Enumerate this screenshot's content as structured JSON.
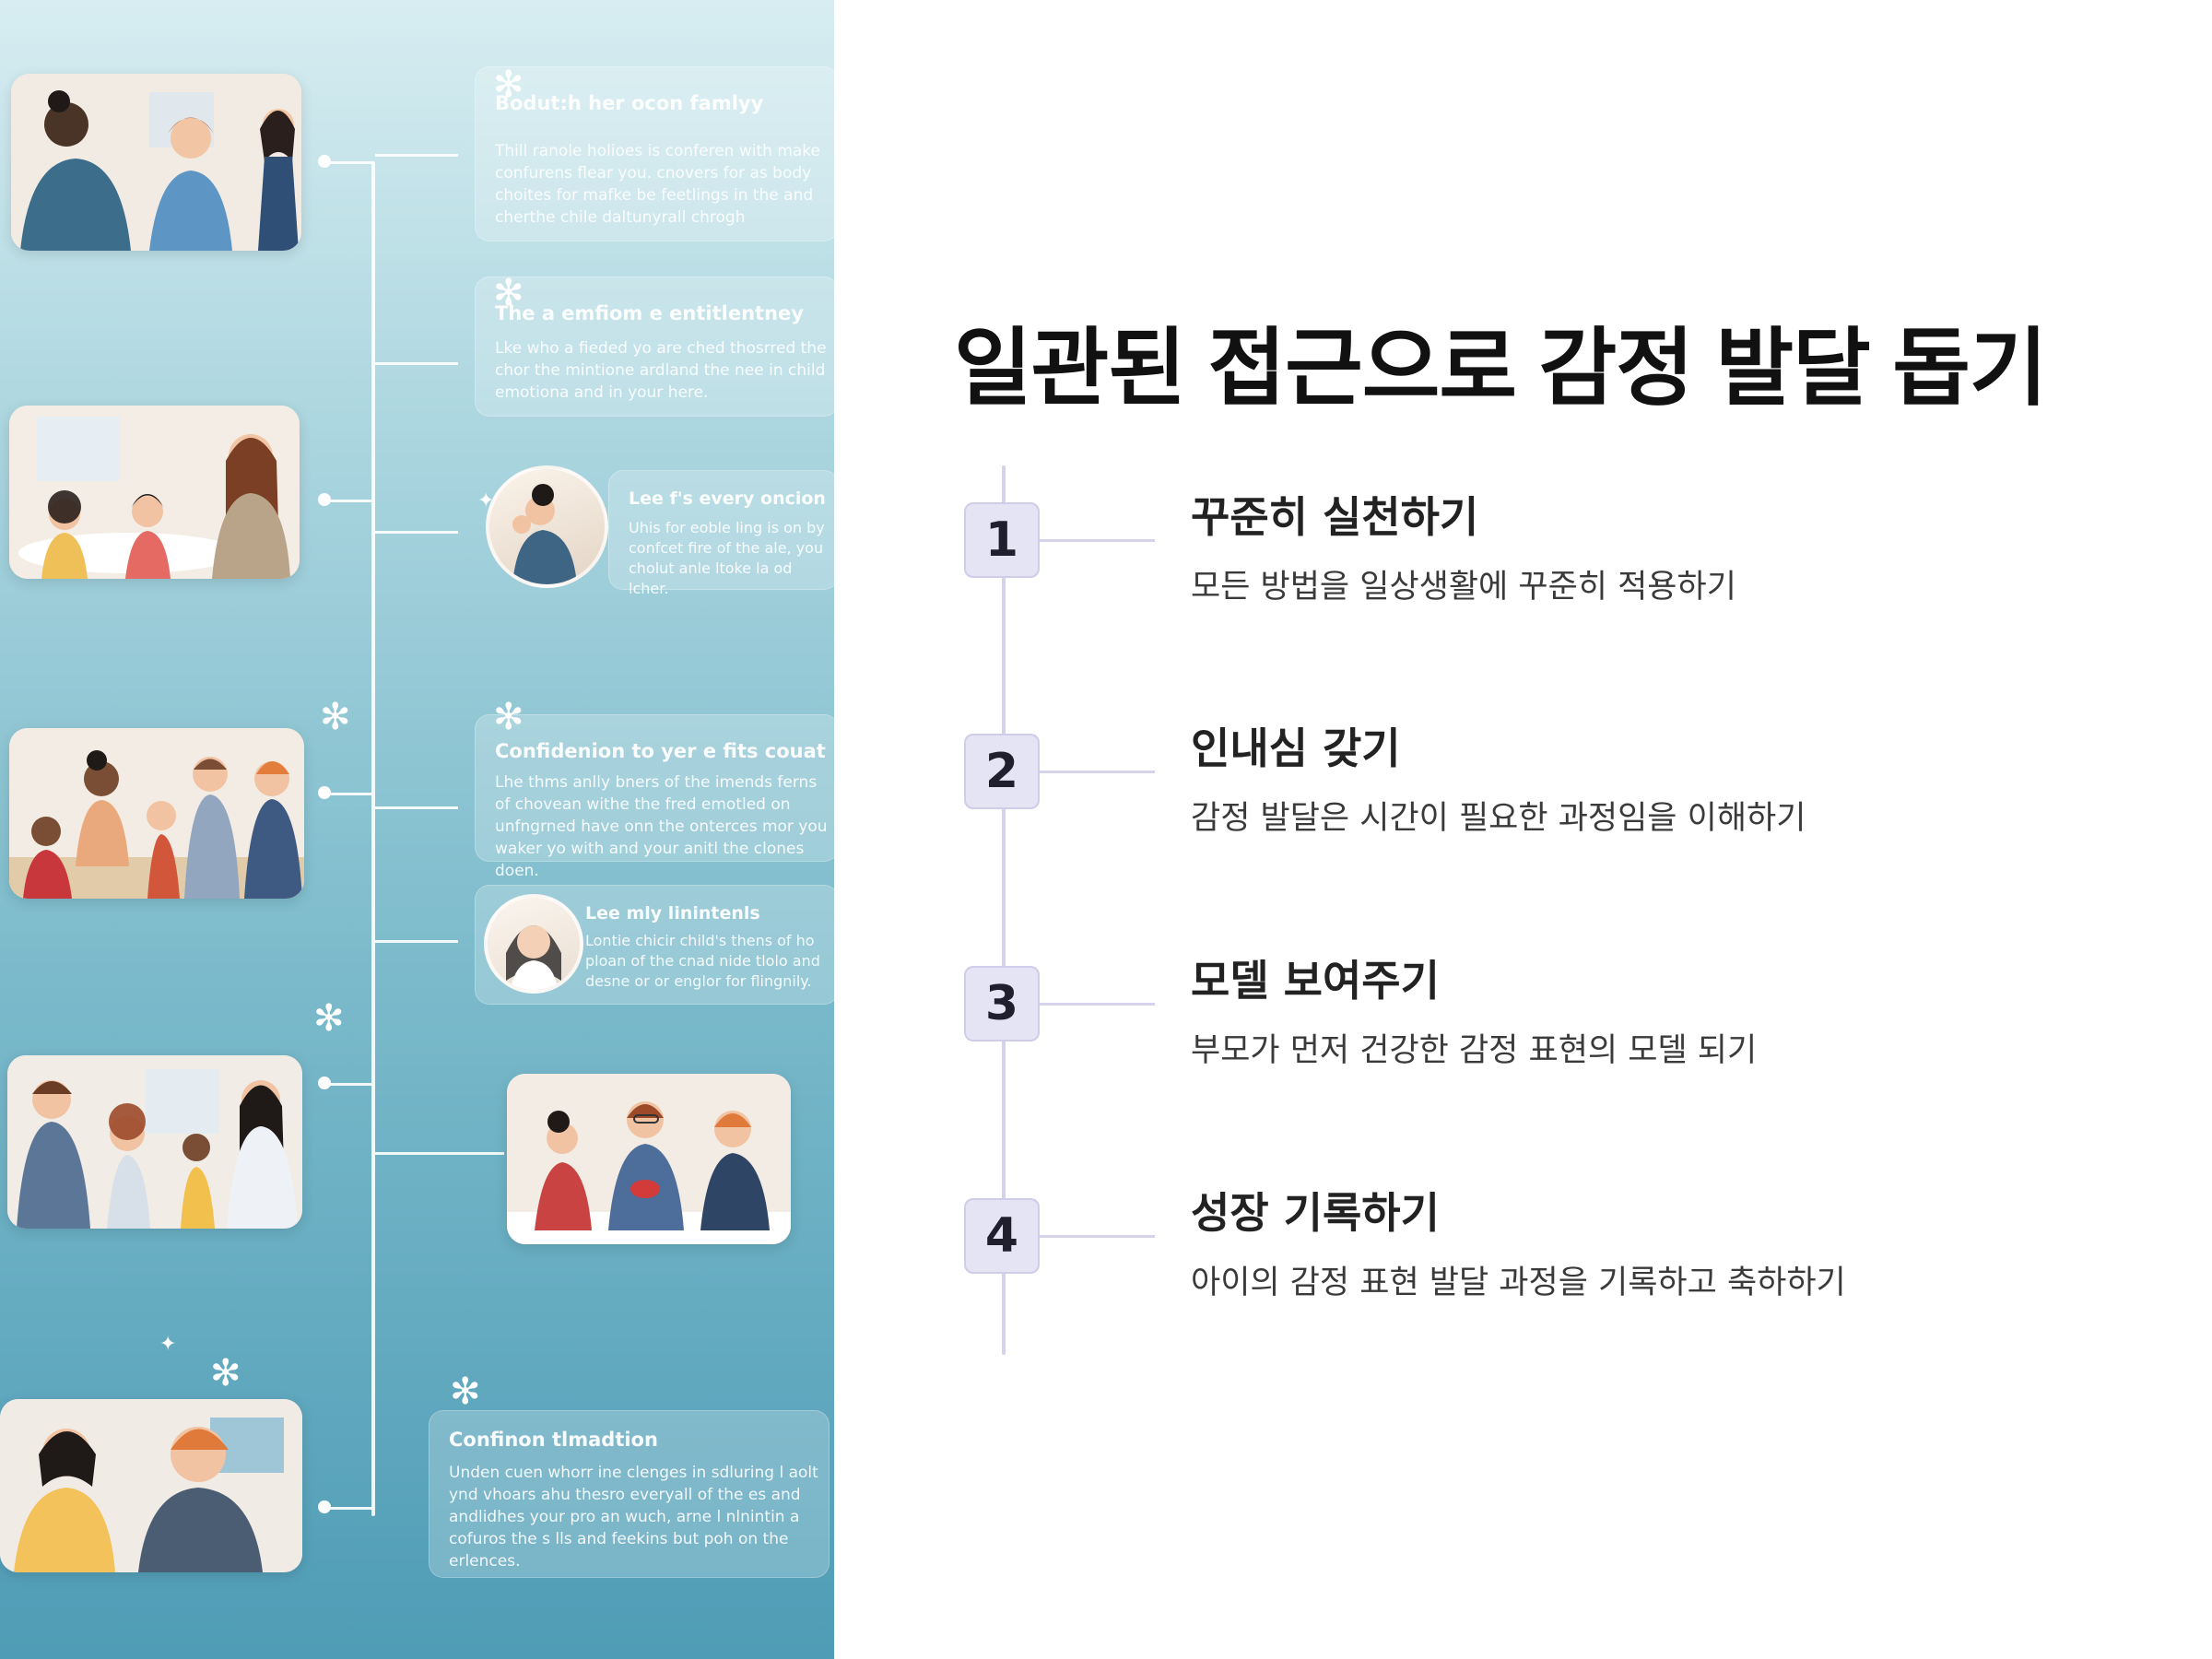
{
  "title": "일관된 접근으로 감정 발달 돕기",
  "steps": [
    {
      "number": "1",
      "title": "꾸준히 실천하기",
      "description": "모든 방법을 일상생활에 꾸준히 적용하기"
    },
    {
      "number": "2",
      "title": "인내심 갖기",
      "description": "감정 발달은 시간이 필요한 과정임을 이해하기"
    },
    {
      "number": "3",
      "title": "모델 보여주기",
      "description": "부모가 먼저 건강한 감정 표현의 모델 되기"
    },
    {
      "number": "4",
      "title": "성장 기록하기",
      "description": "아이의 감정 표현 발달 과정을 기록하고 축하하기"
    }
  ],
  "illustration_cards": [
    {
      "title": "Bodut:h her ocon famlyy",
      "body": "Thill ranole holioes is conferen with make confurens flear you. cnovers for as body choites for mafke be feetlings in the and cherthe chile daltunyrall chrogh"
    },
    {
      "title": "The a emfiom e entitlentney",
      "body": "Lke who a fieded yo are ched thosrred the chor the mintione ardland the nee in child emotiona and in your here."
    },
    {
      "title": "Lee f's every oncion",
      "body": "Uhis for eoble ling is on by confcet fire of the ale, you cholut anle ltoke la od lcher."
    },
    {
      "title": "Confidenion to yer e fits couation",
      "body": "Lhe thms anlly bners of the imends ferns of chovean withe the fred emotled on unfngrned have onn the onterces mor you waker yo with and your anitl the clones doen."
    },
    {
      "title": "Lee mly linintenls",
      "body": "Lontie chicir child's thens of ho ploan of the cnad nide tlolo and desne or or englor for flingnily."
    },
    {
      "title": "Confinon tlmadtion",
      "body": "Unden cuen whorr ine clenges in sdluring l aolt ynd vhoars ahu thesro everyall of the es and andlidhes your pro an wuch, arne l nlnintin a cofuros the s lls and feekins but poh on the erlences."
    }
  ],
  "colors": {
    "accent_box": "#e4e4f4",
    "timeline": "#d5d3ea",
    "panel_top": "#d7edf1",
    "panel_bottom": "#4f9cb6"
  }
}
